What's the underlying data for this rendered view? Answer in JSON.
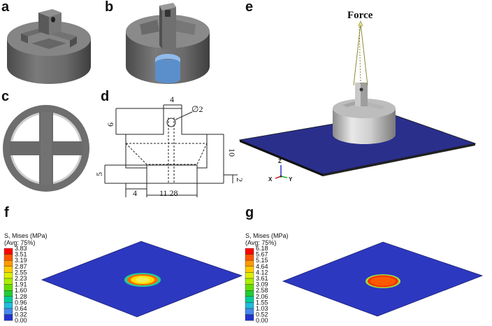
{
  "panels": {
    "a": "a",
    "b": "b",
    "c": "c",
    "d": "d",
    "e": "e",
    "f": "f",
    "g": "g"
  },
  "dimensions": {
    "top_width": "4",
    "hole": "∅2",
    "top_height": "6",
    "total_height": "10",
    "step_height": "5",
    "base_height": "2",
    "left_width": "4",
    "base_width": "11.28"
  },
  "force_label": "Force",
  "axes": {
    "z": "Z",
    "x": "X",
    "y": "Y"
  },
  "legend_f": {
    "title": "S, Mises (MPa)",
    "subtitle": "(Avg: 75%)",
    "values": [
      "3.83",
      "3.51",
      "3.19",
      "2.87",
      "2.55",
      "2.23",
      "1.91",
      "1.60",
      "1.28",
      "0.96",
      "0.64",
      "0.32",
      "0.00"
    ]
  },
  "legend_g": {
    "title": "S, Mises (MPa)",
    "subtitle": "(Avg: 75%)",
    "values": [
      "6.18",
      "5.67",
      "5.15",
      "4.64",
      "4.12",
      "3.61",
      "3.09",
      "2.58",
      "2.06",
      "1.55",
      "1.03",
      "0.52",
      "0.00"
    ]
  },
  "legend_colors": [
    "#ff0000",
    "#ff5500",
    "#ff9900",
    "#ffcc00",
    "#ddee00",
    "#aaee00",
    "#66dd00",
    "#22cc33",
    "#00cc99",
    "#22bbdd",
    "#4488ee",
    "#2233cc"
  ]
}
